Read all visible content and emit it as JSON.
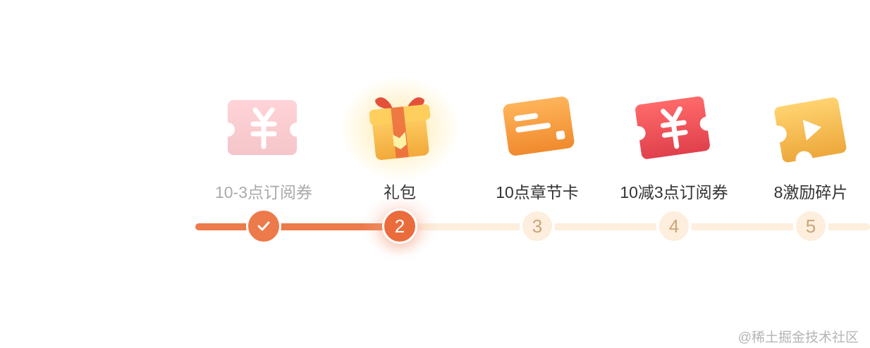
{
  "steps": [
    {
      "label": "10-3点订阅券",
      "state": "done",
      "icon": "yuan-ticket-icon",
      "node": ""
    },
    {
      "label": "礼包",
      "state": "current",
      "icon": "gift-box-icon",
      "node": "2"
    },
    {
      "label": "10点章节卡",
      "state": "future",
      "icon": "chapter-card-icon",
      "node": "3"
    },
    {
      "label": "10减3点订阅券",
      "state": "future",
      "icon": "yuan-ticket-icon",
      "node": "4"
    },
    {
      "label": "8激励碎片",
      "state": "future",
      "icon": "play-puzzle-piece-icon",
      "node": "5"
    }
  ],
  "colors": {
    "accent": "#ec7a4a",
    "track_inactive": "#fdeedd",
    "pending_number": "#caa67a"
  },
  "watermark": "@稀土掘金技术社区"
}
